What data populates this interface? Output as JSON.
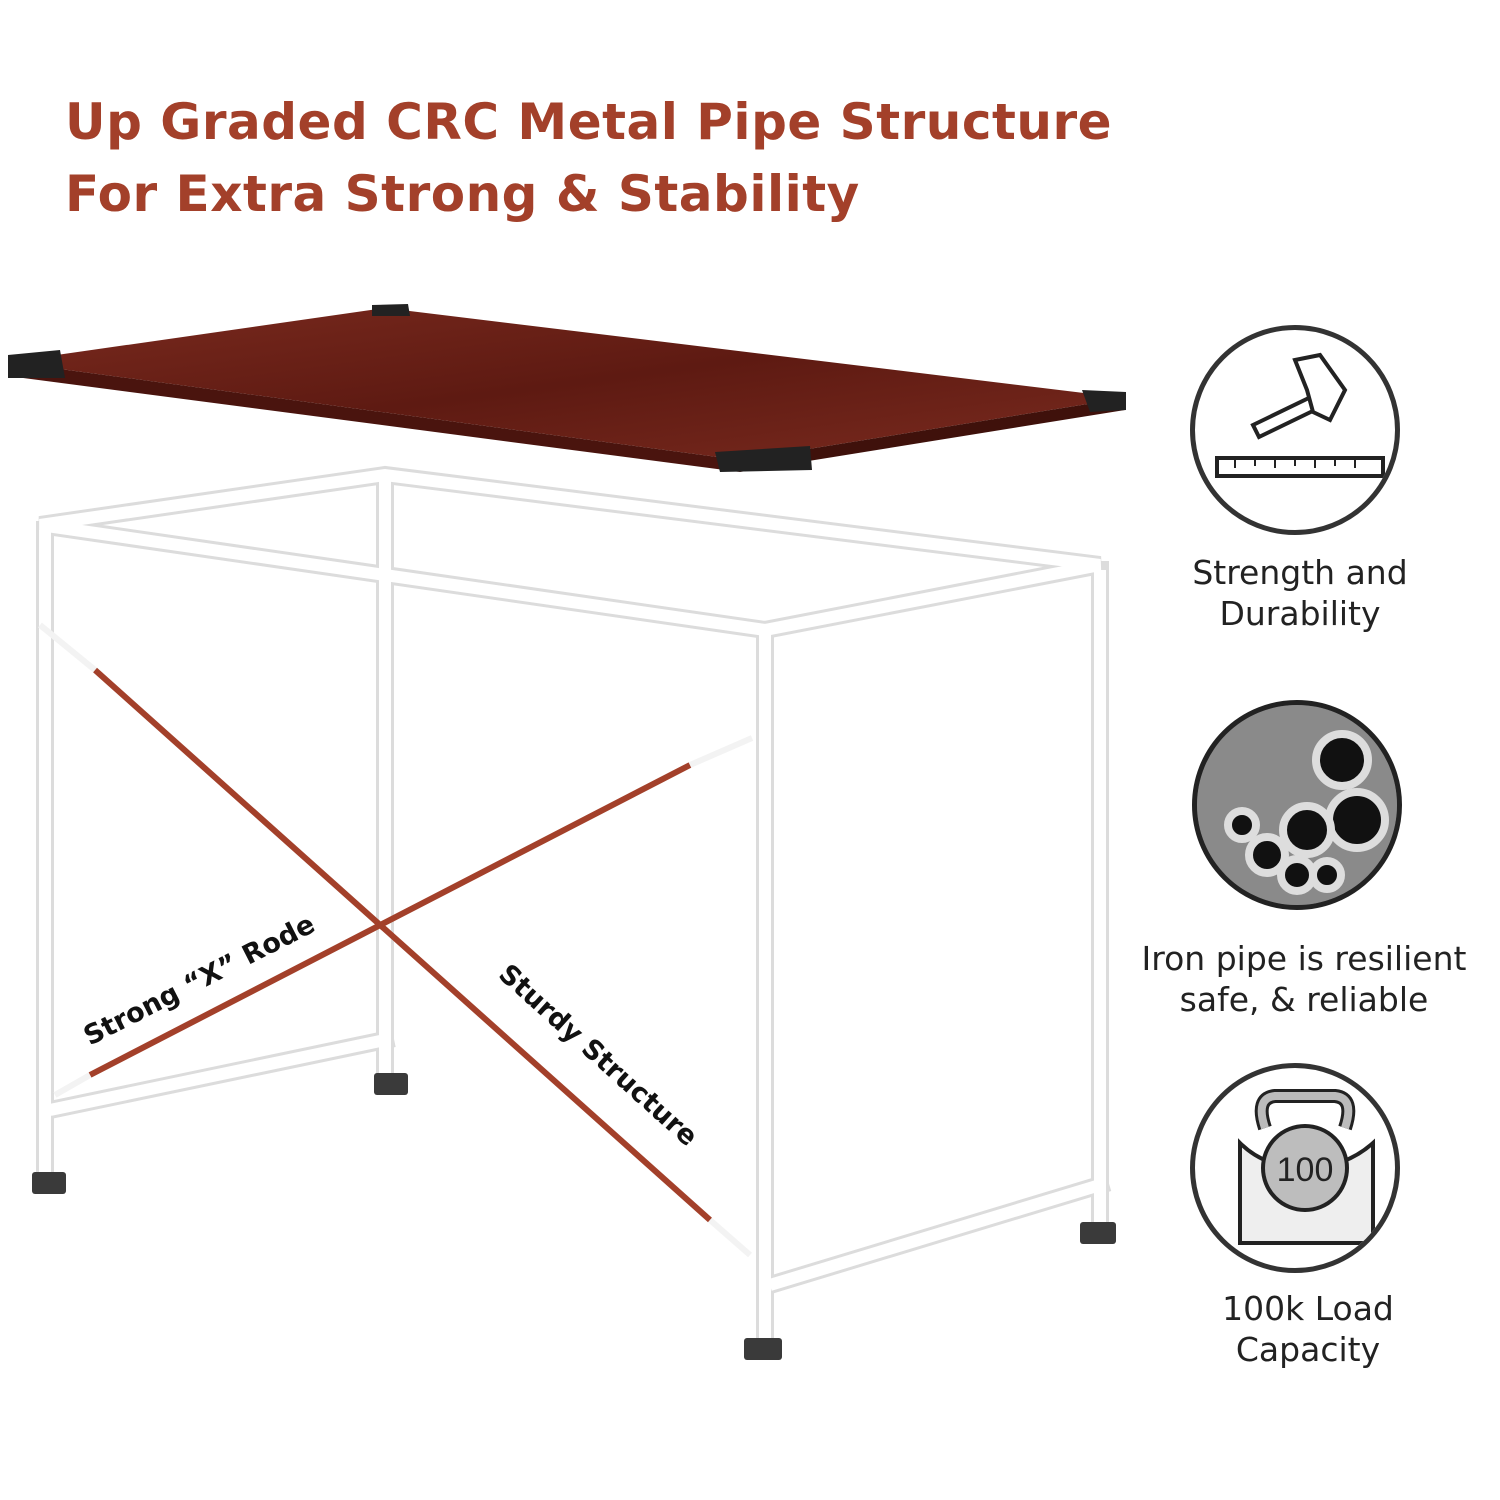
{
  "title": {
    "line1": "Up Graded CRC Metal Pipe Structure",
    "line2": "For Extra Strong & Stability",
    "color": "#a3402a"
  },
  "labels": {
    "x_rod": "Strong “X” Rode",
    "sturdy": "Sturdy Structure"
  },
  "features": [
    {
      "icon": "hammer-icon",
      "line1": "Strength and",
      "line2": "Durability"
    },
    {
      "icon": "pipes-icon",
      "line1": "Iron pipe is resilient",
      "line2": "safe, & reliable"
    },
    {
      "icon": "kettlebell-icon",
      "line1": "100k Load",
      "line2": "Capacity",
      "badge": "100"
    }
  ],
  "colors": {
    "desktop": "#6e2016",
    "rod": "#a3402a",
    "frame": "#ffffff"
  }
}
